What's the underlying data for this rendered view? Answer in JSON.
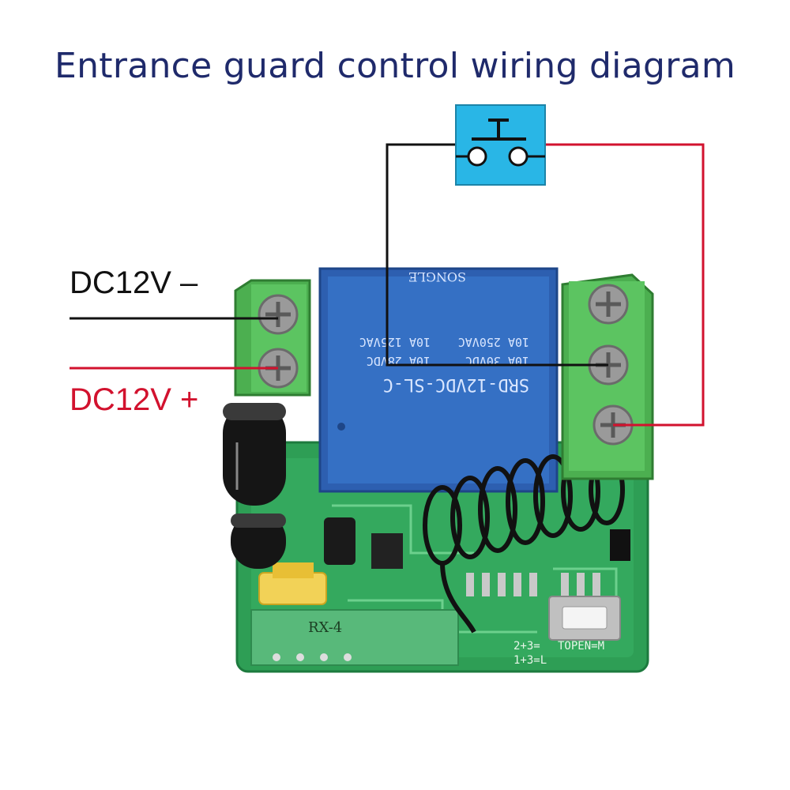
{
  "title": "Entrance guard control wiring diagram",
  "power_negative_label": "DC12V –",
  "power_positive_label": "DC12V +",
  "relay": {
    "model": "SRD-12VDC-SL-C",
    "rating_1": "10A 30VDC",
    "rating_2": "10A 28VDC",
    "rating_3": "10A 250VAC",
    "rating_4": "10A 125VAC",
    "brand": "SONGLE"
  },
  "rf_module_label": "RX-4",
  "board_label_mode": "TOPEN=M",
  "board_label_jumper_a": "2+3=",
  "board_label_jumper_b": "1+3=L",
  "colors": {
    "title": "#1f2a6b",
    "negative_wire": "#111111",
    "positive_wire": "#d2122e",
    "switch_box": "#29b6e6",
    "relay": "#2d5fb0",
    "terminal": "#4caf50",
    "pcb": "#2e9e55"
  },
  "icons": [
    "push-button-switch-icon",
    "screw-terminal-icon",
    "capacitor-icon",
    "relay-icon",
    "antenna-coil-icon"
  ]
}
